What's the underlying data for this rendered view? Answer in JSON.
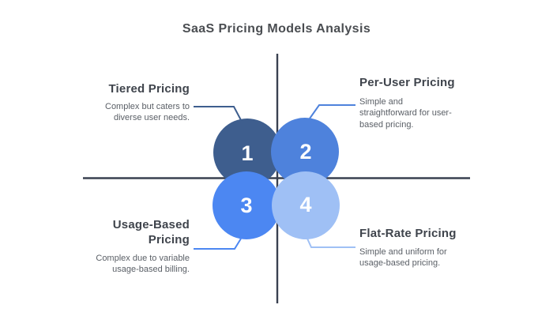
{
  "title": "SaaS Pricing Models Analysis",
  "palette": {
    "title_text": "#4a4d51",
    "heading_text": "#3f444c",
    "body_text": "#5a5f66",
    "number_text": "#ffffff",
    "background": "#ffffff"
  },
  "axis": {
    "color": "#3a4150"
  },
  "quadrants": [
    {
      "number": "1",
      "heading": "Tiered Pricing",
      "description": "Complex but caters to\ndiverse user needs.",
      "circle_color": "#3e5e8e",
      "connector_color": "#3e5e8e"
    },
    {
      "number": "2",
      "heading": "Per-User Pricing",
      "description": "Simple and\nstraightforward for user-\nbased pricing.",
      "circle_color": "#4e82dc",
      "connector_color": "#4e82dc"
    },
    {
      "number": "3",
      "heading": "Usage-Based\nPricing",
      "description": "Complex due to variable\nusage-based billing.",
      "circle_color": "#4c87f2",
      "connector_color": "#4c87f2"
    },
    {
      "number": "4",
      "heading": "Flat-Rate Pricing",
      "description": "Simple and uniform for\nusage-based pricing.",
      "circle_color": "#9fc0f5",
      "connector_color": "#9fc0f5"
    }
  ]
}
